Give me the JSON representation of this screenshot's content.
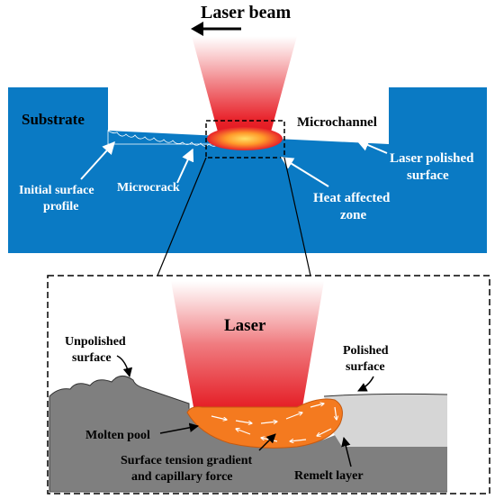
{
  "labels": {
    "laser_beam": "Laser beam",
    "substrate": "Substrate",
    "microchannel": "Microchannel",
    "laser_polished_surface_line1": "Laser polished",
    "laser_polished_surface_line2": "surface",
    "initial_surface_profile_line1": "Initial surface",
    "initial_surface_profile_line2": "profile",
    "microcrack": "Microcrack",
    "heat_affected_zone_line1": "Heat affected",
    "heat_affected_zone_line2": "zone",
    "laser": "Laser",
    "unpolished_surface_line1": "Unpolished",
    "unpolished_surface_line2": "surface",
    "polished_surface_line1": "Polished",
    "polished_surface_line2": "surface",
    "molten_pool": "Molten pool",
    "surface_tension_line1": "Surface tension gradient",
    "surface_tension_line2": "and capillary force",
    "remelt_layer": "Remelt layer"
  },
  "colors": {
    "substrate_blue": "#0a7ac4",
    "laser_red": "#e8222a",
    "molten_orange": "#f47a1f",
    "unpolished_gray": "#7f7f7f",
    "polished_gray": "#d6d6d6"
  }
}
